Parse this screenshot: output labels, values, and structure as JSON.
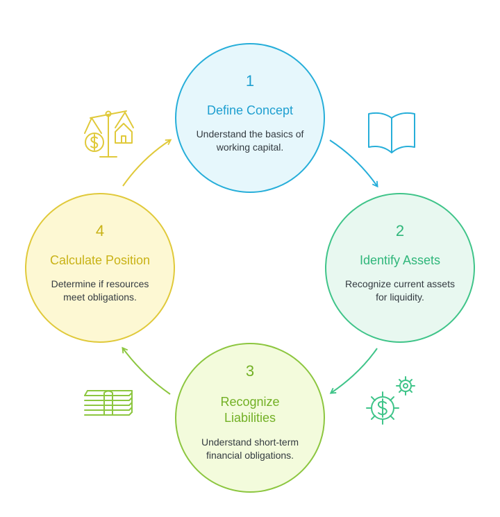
{
  "steps": [
    {
      "number": "1",
      "title": "Define Concept",
      "description": "Understand the basics of working capital."
    },
    {
      "number": "2",
      "title": "Identify Assets",
      "description": "Recognize current assets for liquidity."
    },
    {
      "number": "3",
      "title": "Recognize Liabilities",
      "description": "Understand short-term financial obligations."
    },
    {
      "number": "4",
      "title": "Calculate Position",
      "description": "Determine if resources meet obligations."
    }
  ],
  "icons": {
    "step1": "open-book-icon",
    "step2": "dollar-gears-icon",
    "step3": "cash-stack-icon",
    "step4": "balance-scale-icon"
  },
  "colors": {
    "step1": "#26aed9",
    "step2": "#3fc489",
    "step3": "#8cc63f",
    "step4": "#e0c93a"
  }
}
